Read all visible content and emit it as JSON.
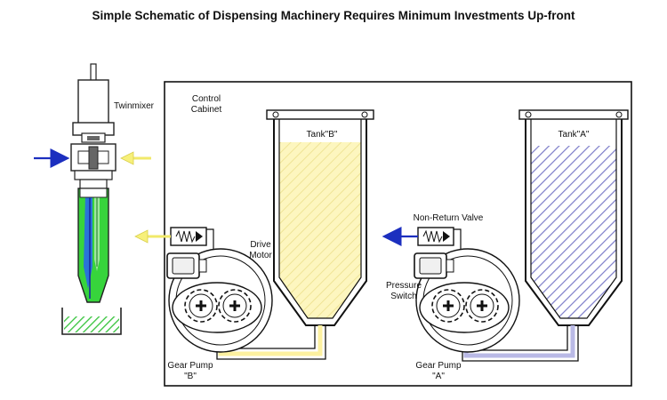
{
  "title": "Simple Schematic of Dispensing Machinery Requires Minimum Investments Up-front",
  "labels": {
    "twinmixer": "Twinmixer",
    "control_cabinet_1": "Control",
    "control_cabinet_2": "Cabinet",
    "tank_b": "Tank\"B\"",
    "tank_a": "Tank\"A\"",
    "drive_motor_1": "Drive",
    "drive_motor_2": "Motor",
    "non_return_valve": "Non-Return Valve",
    "pressure_switch_1": "Pressure",
    "pressure_switch_2": "Switch",
    "gear_pump_b_1": "Gear Pump",
    "gear_pump_b_2": "\"B\"",
    "gear_pump_a_1": "Gear Pump",
    "gear_pump_a_2": "\"A\""
  },
  "colors": {
    "component_b": "#fdf5b6",
    "component_b_line": "#e9d86a",
    "component_a": "#8c8ccf",
    "arrow_blue": "#1c2fbf",
    "arrow_yellow": "#f7f07a",
    "mix_green": "#37d43c",
    "mix_blue": "#2a74d8"
  }
}
